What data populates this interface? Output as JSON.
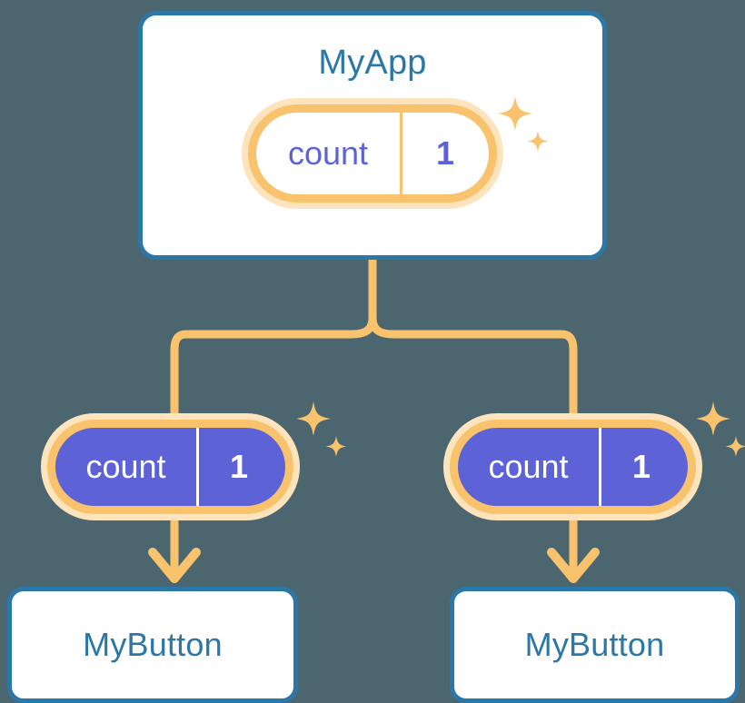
{
  "theme": {
    "background": "#4c6670",
    "card_bg": "#ffffff",
    "card_border": "#2b77a8",
    "title_color": "#2b77a8",
    "pill_ring": "#f9c26c",
    "pill_halo": "#fde4bd",
    "pill_fill": "#5d63d6",
    "pill_text_on_fill": "#ffffff",
    "pill_text_on_white": "#5d63d6",
    "connector": "#f9c26c"
  },
  "diagram": {
    "type": "component-state-tree",
    "root": {
      "title": "MyApp",
      "state": {
        "key": "count",
        "value": "1"
      },
      "sparkle": "sparkle-icon"
    },
    "children": [
      {
        "title": "MyButton",
        "state": {
          "key": "count",
          "value": "1"
        },
        "sparkle": "sparkle-icon"
      },
      {
        "title": "MyButton",
        "state": {
          "key": "count",
          "value": "1"
        },
        "sparkle": "sparkle-icon"
      }
    ],
    "connectors": [
      {
        "name": "root-to-split",
        "from": "root-card",
        "to": "split-point",
        "arrow": false
      },
      {
        "name": "split-to-left-pill",
        "from": "split-point",
        "to": "left-state-pill",
        "arrow": false
      },
      {
        "name": "split-to-right-pill",
        "from": "split-point",
        "to": "right-state-pill",
        "arrow": false
      },
      {
        "name": "left-pill-to-button",
        "from": "left-state-pill",
        "to": "left-button-card",
        "arrow": true
      },
      {
        "name": "right-pill-to-button",
        "from": "right-state-pill",
        "to": "right-button-card",
        "arrow": true
      }
    ]
  }
}
